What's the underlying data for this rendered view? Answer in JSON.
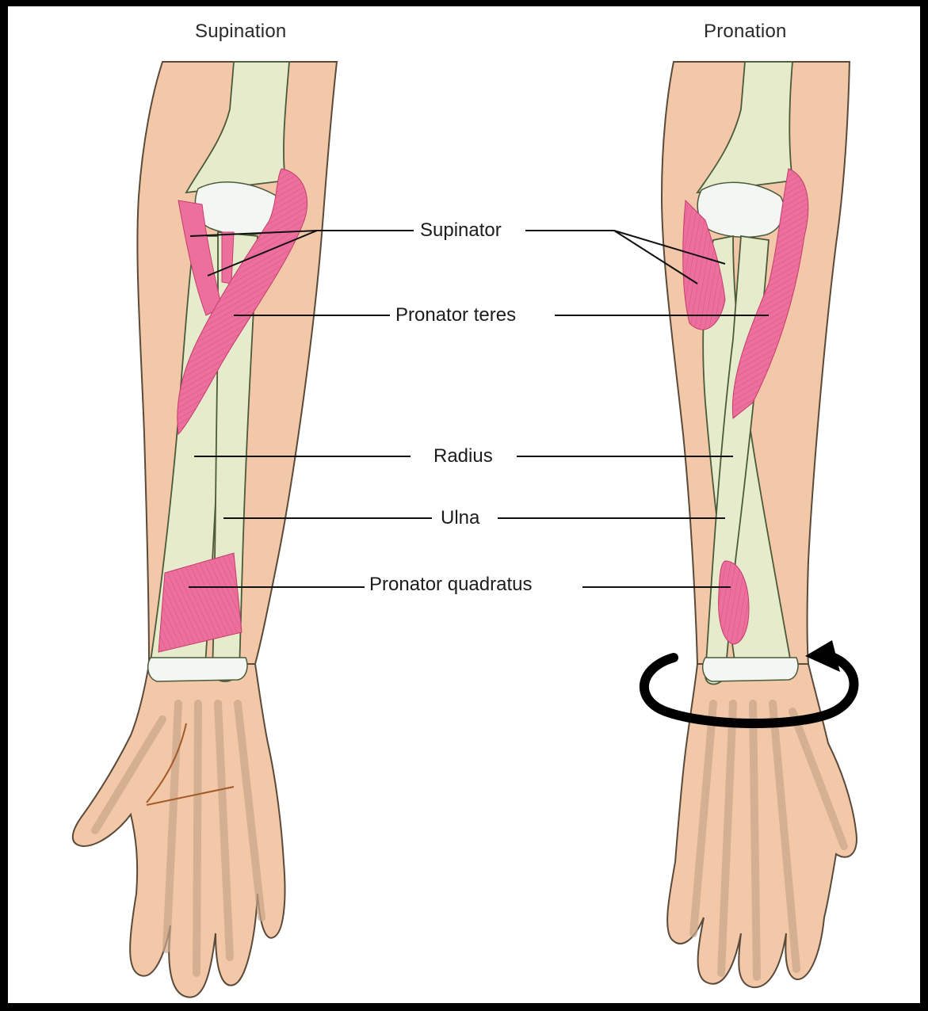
{
  "titles": {
    "left": "Supination",
    "right": "Pronation"
  },
  "labels": {
    "supinator": "Supinator",
    "pronator_teres": "Pronator teres",
    "radius": "Radius",
    "ulna": "Ulna",
    "pronator_quadratus": "Pronator quadratus"
  },
  "colors": {
    "skin": "#f2c8a8",
    "skin_outline": "#5a4a3a",
    "bone": "#e6eccb",
    "cartilage": "#f3f6f2",
    "muscle": "#ec6f9c",
    "muscle_line": "#c43d70",
    "leader_line": "#111111",
    "arrow": "#000000"
  }
}
